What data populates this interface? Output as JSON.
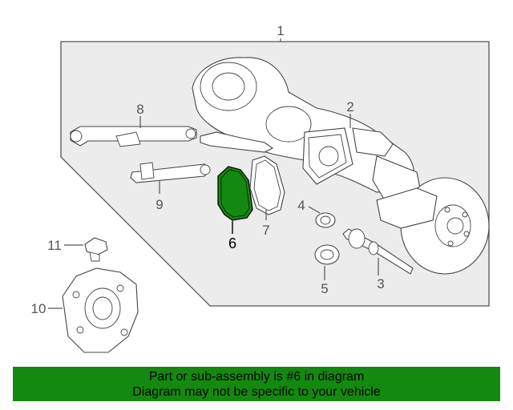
{
  "callouts": [
    "1",
    "2",
    "3",
    "4",
    "5",
    "6",
    "7",
    "8",
    "9",
    "10",
    "11"
  ],
  "highlight_callout": "6",
  "colors": {
    "highlight": "#138a0f",
    "banner_bg": "#138a0f",
    "line": "#555555",
    "box_fill": "#ececec"
  },
  "banner": {
    "line1": "Part or sub-assembly is #6 in diagram",
    "line2": "Diagram may not be specific to your vehicle"
  }
}
